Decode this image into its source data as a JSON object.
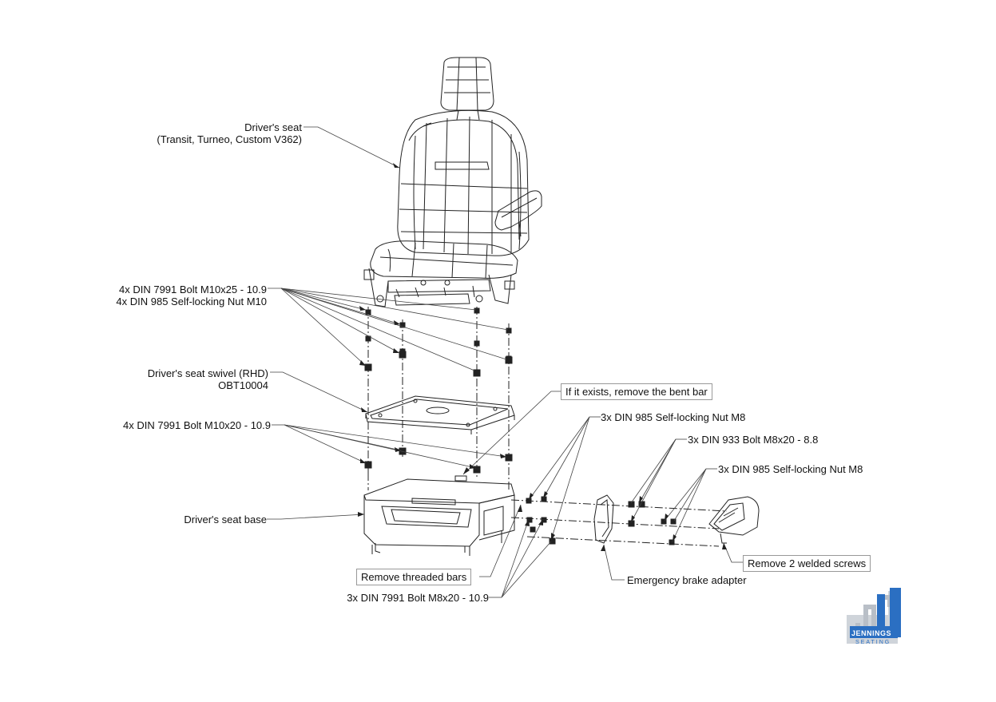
{
  "labels": {
    "drivers_seat_line1": "Driver's seat",
    "drivers_seat_line2": "(Transit, Turneo, Custom V362)",
    "bolt_m10x25_line1": "4x DIN 7991 Bolt M10x25 - 10.9",
    "bolt_m10x25_line2": "4x DIN 985 Self-locking Nut M10",
    "swivel_line1": "Driver's seat swivel (RHD)",
    "swivel_line2": "OBT10004",
    "bolt_m10x20": "4x DIN 7991 Bolt M10x20 - 10.9",
    "seat_base": "Driver's seat base",
    "bent_bar": "If it exists, remove the bent bar",
    "nut_m8_a": "3x DIN 985 Self-locking Nut M8",
    "bolt_m8x20_933": "3x DIN 933 Bolt M8x20 - 8.8",
    "nut_m8_b": "3x DIN 985 Self-locking Nut M8",
    "welded_screws": "Remove 2 welded screws",
    "emergency_brake": "Emergency brake adapter",
    "threaded_bars": "Remove threaded bars",
    "bolt_m8x20_7991": "3x DIN 7991 Bolt M8x20 - 10.9"
  },
  "logo": {
    "name": "JENNINGS",
    "sub": "SEATING",
    "color": "#2b6fc2"
  }
}
